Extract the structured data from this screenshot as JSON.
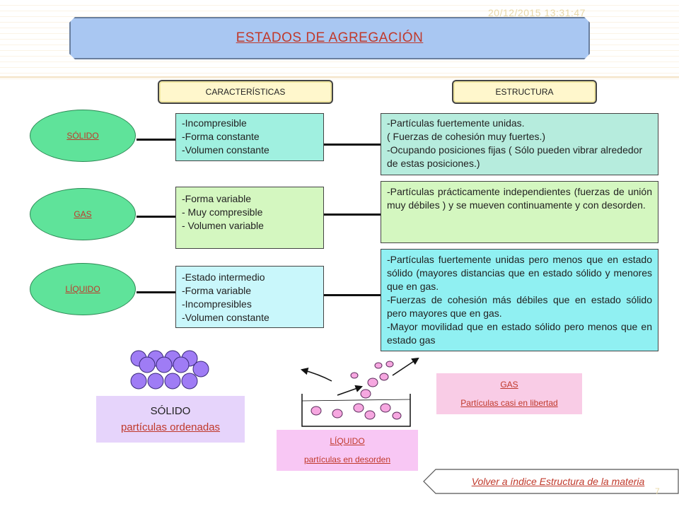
{
  "timestamp": "20/12/2015 13:31:47",
  "title": "ESTADOS DE AGREGACIÓN",
  "headers": {
    "characteristics": "CARACTERÍSTICAS",
    "structure": "ESTRUCTURA"
  },
  "states": [
    {
      "name": "SÓLIDO",
      "characteristics": [
        "-Incompresible",
        "-Forma constante",
        "-Volumen constante"
      ],
      "structure": [
        "-Partículas fuertemente unidas.",
        "( Fuerzas de cohesión muy fuertes.)",
        "-Ocupando posiciones fijas ( Sólo pueden vibrar alrededor de estas posiciones.)"
      ]
    },
    {
      "name": "GAS",
      "characteristics": [
        "-Forma variable",
        "- Muy compresible",
        "- Volumen variable"
      ],
      "structure": [
        "-Partículas prácticamente independientes (fuerzas de unión muy débiles ) y se mueven continuamente y con desorden."
      ]
    },
    {
      "name": "LÍQUIDO",
      "characteristics": [
        "-Estado intermedio",
        "-Forma variable",
        "-Incompresibles",
        "-Volumen constante"
      ],
      "structure": [
        "-Partículas fuertemente unidas pero menos que en estado sólido (mayores distancias que en estado sólido y menores que en gas.",
        "-Fuerzas de cohesión más débiles que en estado sólido pero mayores que en gas.",
        "-Mayor movilidad que en estado sólido pero menos que en estado gas"
      ]
    }
  ],
  "diagrams": {
    "solid": {
      "title": "SÓLIDO",
      "caption": "partículas ordenadas"
    },
    "liquid": {
      "title": "LÍQUIDO",
      "caption": "partículas en desorden"
    },
    "gas": {
      "title": "GAS",
      "caption": "Partículas casi en libertad"
    }
  },
  "back_link": "Volver a índice Estructura de la materia",
  "page_number": "7",
  "colors": {
    "title_bg": "#a9c7f2",
    "oval": "#5fe39a",
    "solid_char_bg": "#a0f0e0",
    "gas_char_bg": "#d4f7c0",
    "liquid_char_bg": "#c9f7fb",
    "solid_struct_bg": "#b6ecdd",
    "gas_struct_bg": "#d4f7c0",
    "liquid_struct_bg": "#90f0f2",
    "particles": "#9f7cf5",
    "link": "#c0392b"
  }
}
